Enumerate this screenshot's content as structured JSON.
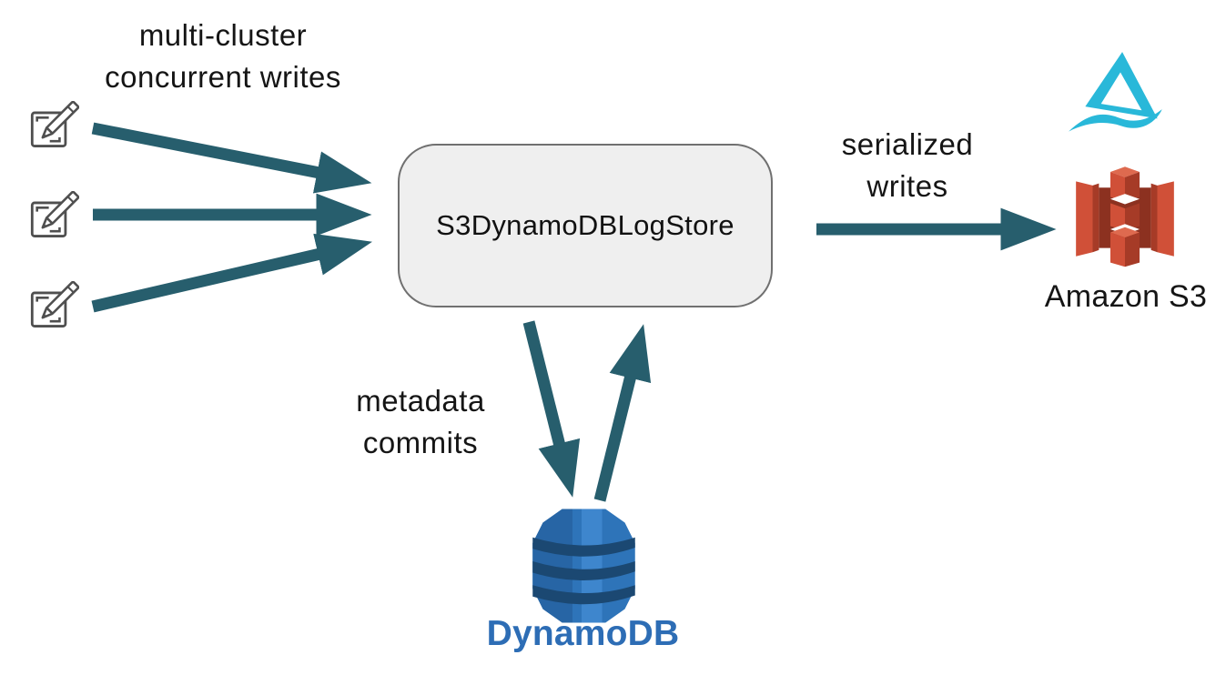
{
  "diagram": {
    "top_label": {
      "line1": "multi-cluster",
      "line2": "concurrent writes"
    },
    "writers": {
      "count": 3,
      "icon": "document-pencil-write-icon"
    },
    "center_box": {
      "label": "S3DynamoDBLogStore"
    },
    "serialized_label": {
      "line1": "serialized",
      "line2": "writes"
    },
    "metadata_label": {
      "line1": "metadata",
      "line2": "commits"
    },
    "delta": {
      "icon": "delta-lake-triangle-icon"
    },
    "s3": {
      "label": "Amazon S3",
      "icon": "amazon-s3-bucket-icon"
    },
    "dynamodb": {
      "label": "DynamoDB",
      "icon": "dynamodb-barrel-icon"
    },
    "colors": {
      "arrow": "#275E6D",
      "box_fill": "#EFEFEF",
      "box_border": "#707070",
      "text": "#151515",
      "icon_stroke": "#4F4F4F",
      "delta_logo": "#29B8D9",
      "s3_red": "#D05038",
      "s3_red_dark": "#A63B27",
      "s3_red_deep": "#8C3120",
      "s3_red_light": "#DE6A4F",
      "dynamodb_blue": "#2E74B9",
      "dynamodb_blue_light": "#3E86CD",
      "dynamodb_blue_dark": "#2765A5",
      "dynamodb_band": "#1B4872",
      "dynamodb_text": "#2D6DB5"
    }
  }
}
